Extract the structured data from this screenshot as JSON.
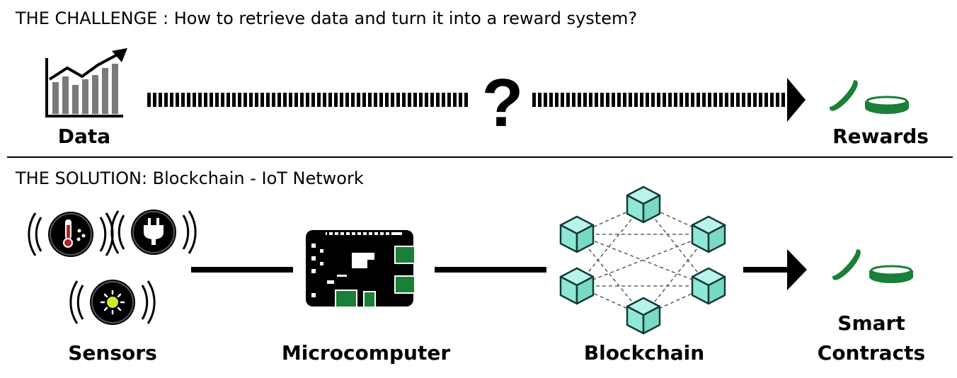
{
  "challenge": {
    "heading": "THE CHALLENGE : How to retrieve data and turn it into a reward system?",
    "data_label": "Data",
    "unknown_symbol": "?",
    "rewards_label": "Rewards"
  },
  "solution": {
    "heading": "THE SOLUTION: Blockchain - IoT Network",
    "sensors_label": "Sensors",
    "microcomputer_label": "Microcomputer",
    "blockchain_label": "Blockchain",
    "smart_contracts_line1": "Smart",
    "smart_contracts_line2": "Contracts"
  },
  "icons": {
    "data": "bar-chart-trend-icon",
    "rewards": "coins-icon",
    "sensor_temperature": "thermometer-humidity-sensor-icon",
    "sensor_power": "power-plug-sensor-icon",
    "sensor_light": "light-sensor-icon",
    "microcomputer": "circuit-board-icon",
    "blockchain": "blockchain-network-icon",
    "smart_contracts": "coins-icon"
  },
  "colors": {
    "coin_green": "#1a7f37",
    "block_fill": "#8fe8d6",
    "block_stroke": "#143a3a",
    "board_green": "#1a7f37",
    "light_dot": "#c6ef2a"
  }
}
